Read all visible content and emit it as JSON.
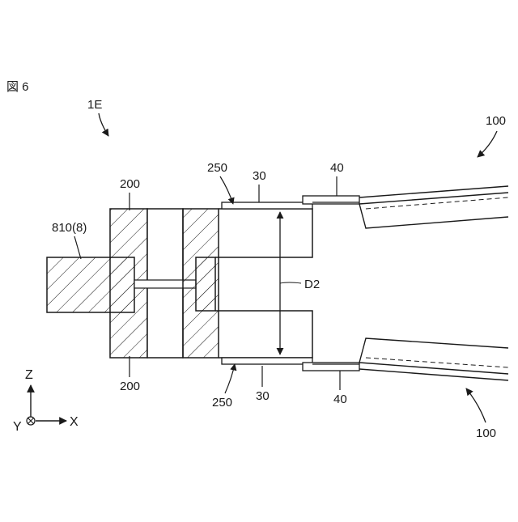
{
  "figure": {
    "title": "図 6",
    "assembly_label": "1E"
  },
  "labels": {
    "connector_top": "200",
    "connector_bottom": "200",
    "device": "810(8)",
    "ring_top": "250",
    "ring_bottom": "250",
    "jacket_top": "30",
    "jacket_bottom": "30",
    "sheath_top": "40",
    "sheath_bottom": "40",
    "fiber_top": "100",
    "fiber_bottom": "100",
    "dimension": "D2"
  },
  "axes": {
    "z": "Z",
    "x": "X",
    "y": "Y"
  },
  "colors": {
    "line": "#1a1a1a",
    "background": "#ffffff"
  }
}
